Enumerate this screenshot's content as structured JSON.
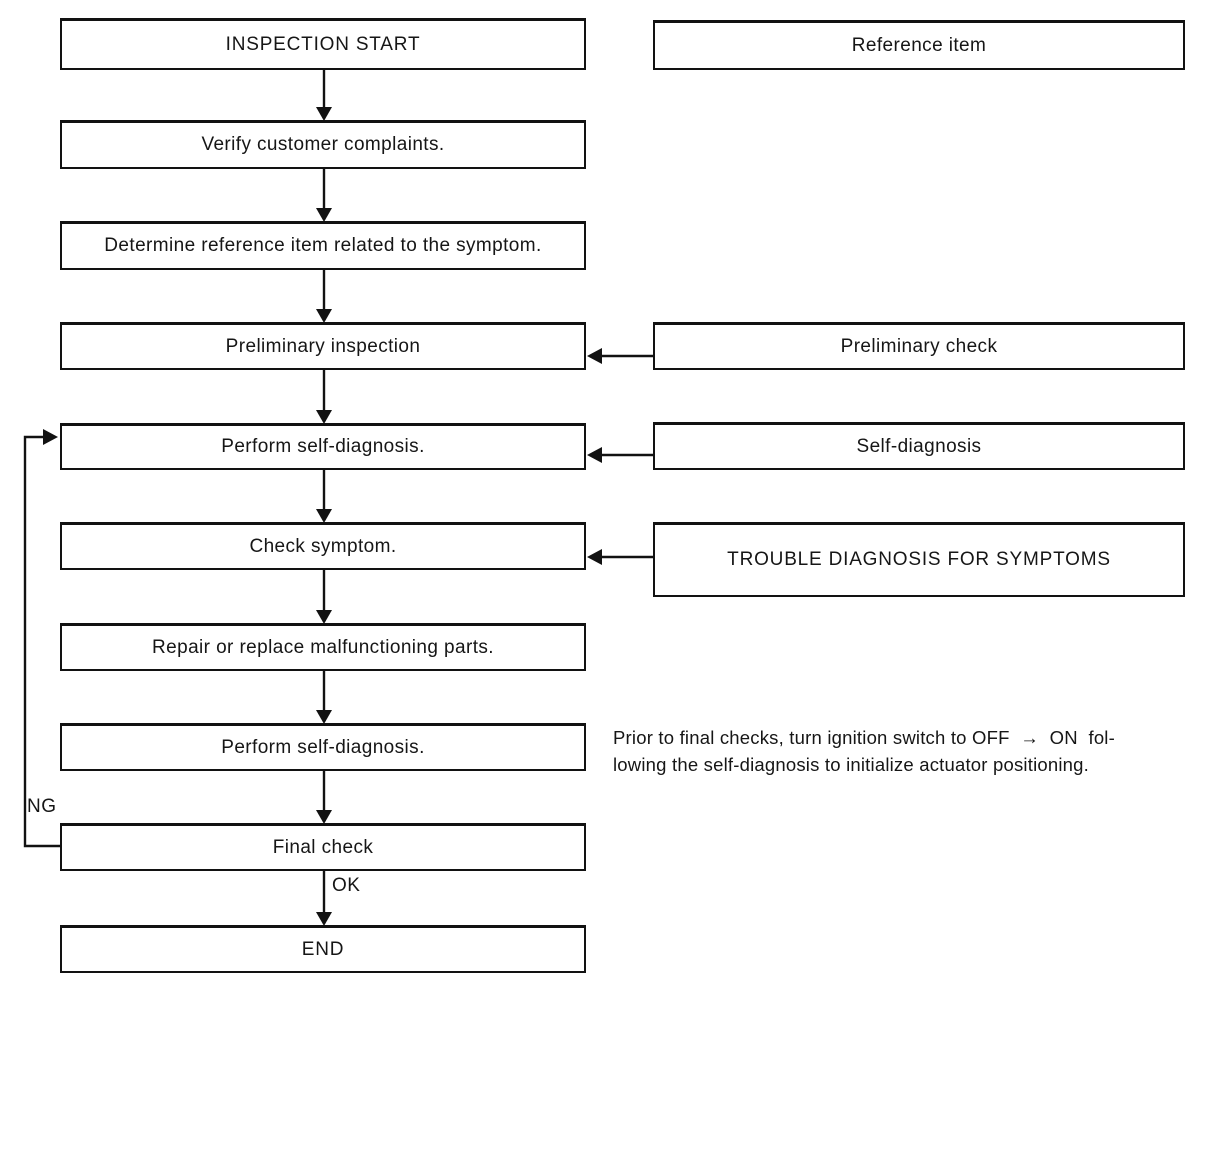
{
  "page": {
    "background": "#ffffff",
    "ink": "#121212"
  },
  "flowchart": {
    "left_column": [
      {
        "id": "inspection-start",
        "label": "INSPECTION START"
      },
      {
        "id": "verify-complaints",
        "label": "Verify customer complaints."
      },
      {
        "id": "determine-reference",
        "label": "Determine reference item related to the symptom."
      },
      {
        "id": "preliminary-inspection",
        "label": "Preliminary inspection"
      },
      {
        "id": "perform-self-diagnosis-1",
        "label": "Perform self-diagnosis."
      },
      {
        "id": "check-symptom",
        "label": "Check symptom."
      },
      {
        "id": "repair-replace",
        "label": "Repair or replace malfunctioning parts."
      },
      {
        "id": "perform-self-diagnosis-2",
        "label": "Perform self-diagnosis."
      },
      {
        "id": "final-check",
        "label": "Final check"
      },
      {
        "id": "end",
        "label": "END"
      }
    ],
    "right_column": [
      {
        "id": "reference-item",
        "label": "Reference item"
      },
      {
        "id": "preliminary-check",
        "label": "Preliminary check"
      },
      {
        "id": "self-diagnosis",
        "label": "Self-diagnosis"
      },
      {
        "id": "trouble-diagnosis",
        "label": "TROUBLE DIAGNOSIS  FOR SYMPTOMS"
      }
    ],
    "edge_labels": {
      "ng": "NG",
      "ok": "OK"
    },
    "note": {
      "line1": "Prior to final checks, turn ignition switch to OFF  →  ON  fol-",
      "line2": "lowing the self-diagnosis to initialize actuator positioning."
    }
  }
}
